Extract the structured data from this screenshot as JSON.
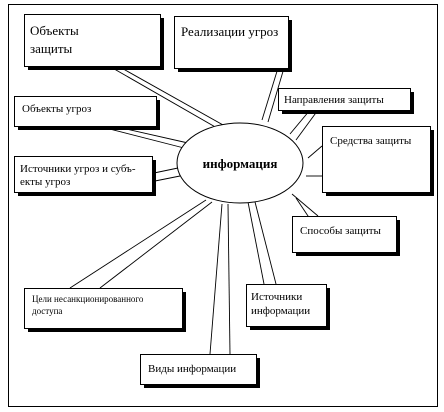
{
  "diagram": {
    "center": {
      "label": "информация"
    },
    "nodes": [
      {
        "id": "protection-objects",
        "lines": [
          "Объекты",
          "защиты"
        ]
      },
      {
        "id": "threat-realizations",
        "lines": [
          "Реализации угроз"
        ]
      },
      {
        "id": "protection-directions",
        "lines": [
          "Направления защиты"
        ]
      },
      {
        "id": "threat-objects",
        "lines": [
          "Объекты угроз"
        ]
      },
      {
        "id": "protection-means",
        "lines": [
          "Средства защиты"
        ]
      },
      {
        "id": "threat-sources-subjects",
        "lines": [
          "Источники угроз и субъ-",
          "екты угроз"
        ]
      },
      {
        "id": "protection-methods",
        "lines": [
          "Способы защиты"
        ]
      },
      {
        "id": "unauthorized-access-goals",
        "lines": [
          "Цели несанкционированного",
          "доступа"
        ]
      },
      {
        "id": "information-sources",
        "lines": [
          "Источники",
          "информации"
        ]
      },
      {
        "id": "information-types",
        "lines": [
          "Виды информации"
        ]
      }
    ]
  }
}
